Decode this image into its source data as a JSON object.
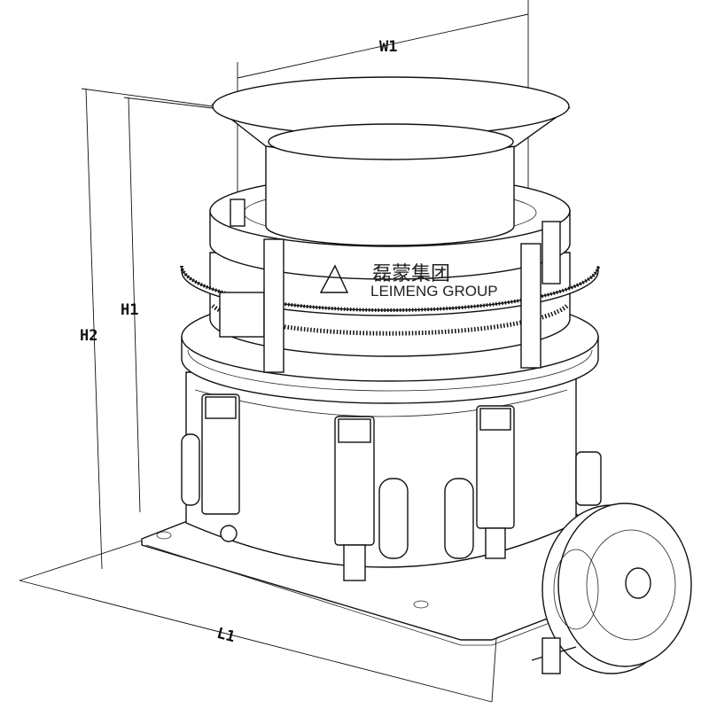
{
  "dimensions": {
    "w1": "W1",
    "h1": "H1",
    "h2": "H2",
    "l1": "L1"
  },
  "logo": {
    "chinese": "磊蒙集团",
    "english": "LEIMENG GROUP"
  },
  "colors": {
    "line": "#111111",
    "background": "#ffffff"
  }
}
